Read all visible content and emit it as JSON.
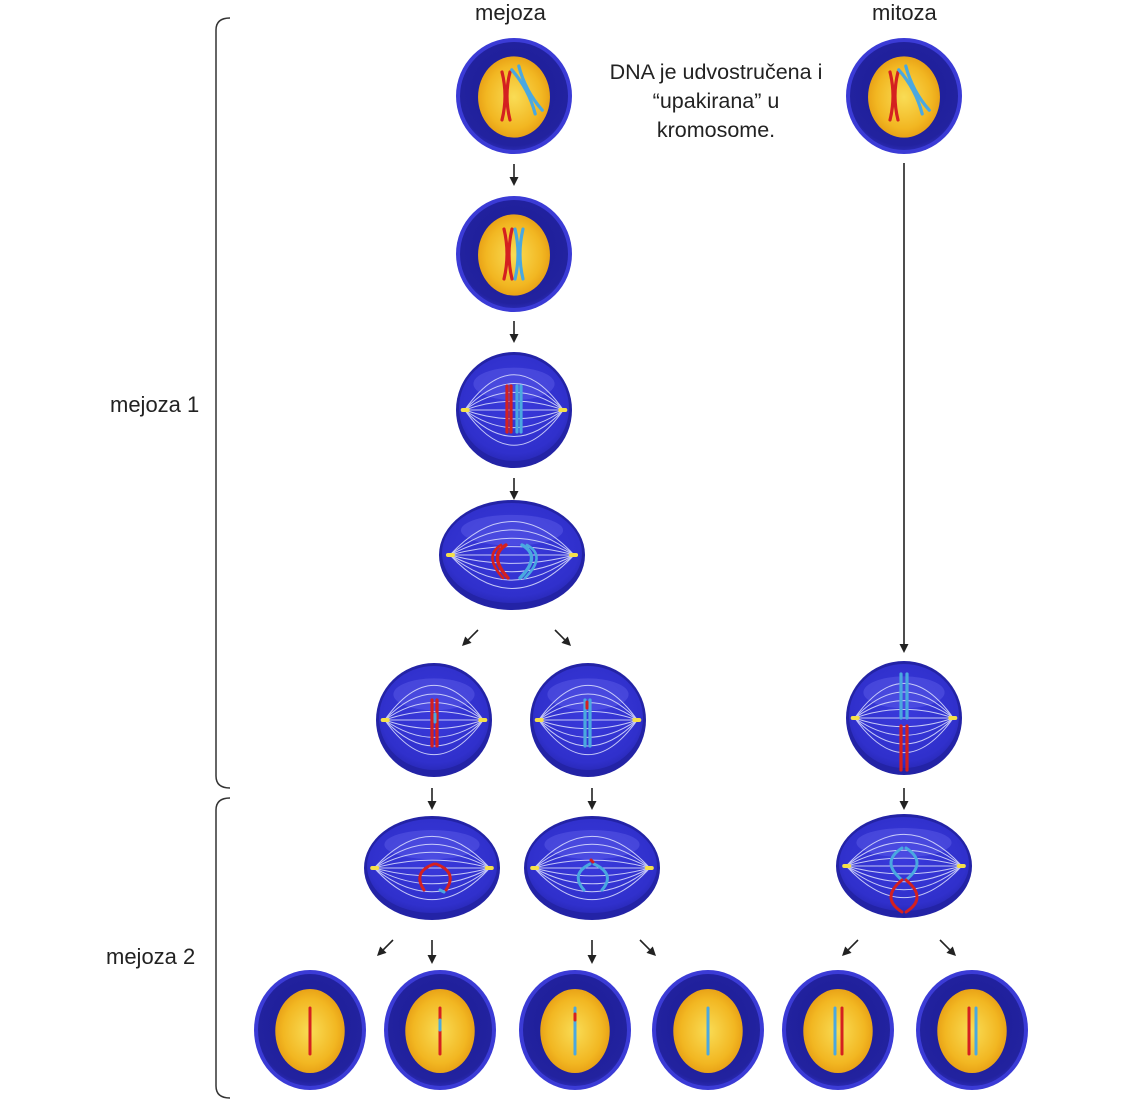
{
  "titles": {
    "meiosis": "mejoza",
    "mitosis": "mitoza"
  },
  "stages": {
    "meiosis1": "mejoza 1",
    "meiosis2": "mejoza 2"
  },
  "note": {
    "line1": "DNA je udvostručena i",
    "line2": "“upakirana” u",
    "line3": "kromosome."
  },
  "colors": {
    "cell_outer": "#3b3bd6",
    "cell_inner": "#1a1a8a",
    "nucleus": "#f2b722",
    "nucleus_core": "#f7d54a",
    "spindle_cell": "#4848e0",
    "chromosome_red": "#d42020",
    "chromosome_blue": "#4aa8e0",
    "centrosome": "#f5e04a",
    "arrow": "#222222",
    "bracket": "#333333"
  }
}
